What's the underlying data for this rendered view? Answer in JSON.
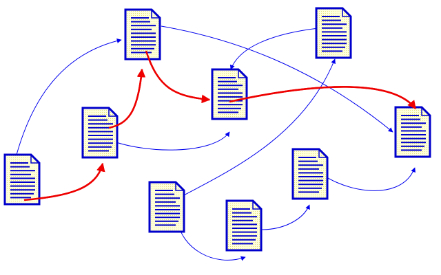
{
  "colors": {
    "page_fill": "#FFFFDC",
    "page_dots": "#E4E080",
    "border": "#0000CC",
    "text_lines": "#0000CC",
    "link": "#0000EE",
    "path": "#EE0000"
  },
  "icon": "document-icon",
  "documents": [
    {
      "id": "d1",
      "name": "document-top-left"
    },
    {
      "id": "d2",
      "name": "document-top-right"
    },
    {
      "id": "d3",
      "name": "document-center"
    },
    {
      "id": "d4",
      "name": "document-middle-left"
    },
    {
      "id": "d5",
      "name": "document-bottom-left"
    },
    {
      "id": "d6",
      "name": "document-right"
    },
    {
      "id": "d7",
      "name": "document-right-lower"
    },
    {
      "id": "d8",
      "name": "document-bottom-center"
    },
    {
      "id": "d9",
      "name": "document-bottom-middle"
    }
  ],
  "links": [
    {
      "from": "d5",
      "to": "d1",
      "kind": "link"
    },
    {
      "from": "d1",
      "to": "d6",
      "kind": "link"
    },
    {
      "from": "d2",
      "to": "d3",
      "kind": "link"
    },
    {
      "from": "d4",
      "to": "d3",
      "kind": "link"
    },
    {
      "from": "d9",
      "to": "d2",
      "kind": "link"
    },
    {
      "from": "d9",
      "to": "d8",
      "kind": "link"
    },
    {
      "from": "d8",
      "to": "d7",
      "kind": "link"
    },
    {
      "from": "d7",
      "to": "d6",
      "kind": "link"
    },
    {
      "from": "d5",
      "to": "d4",
      "kind": "path"
    },
    {
      "from": "d4",
      "to": "d1",
      "kind": "path"
    },
    {
      "from": "d1",
      "to": "d3",
      "kind": "path"
    },
    {
      "from": "d3",
      "to": "d6",
      "kind": "path"
    }
  ]
}
